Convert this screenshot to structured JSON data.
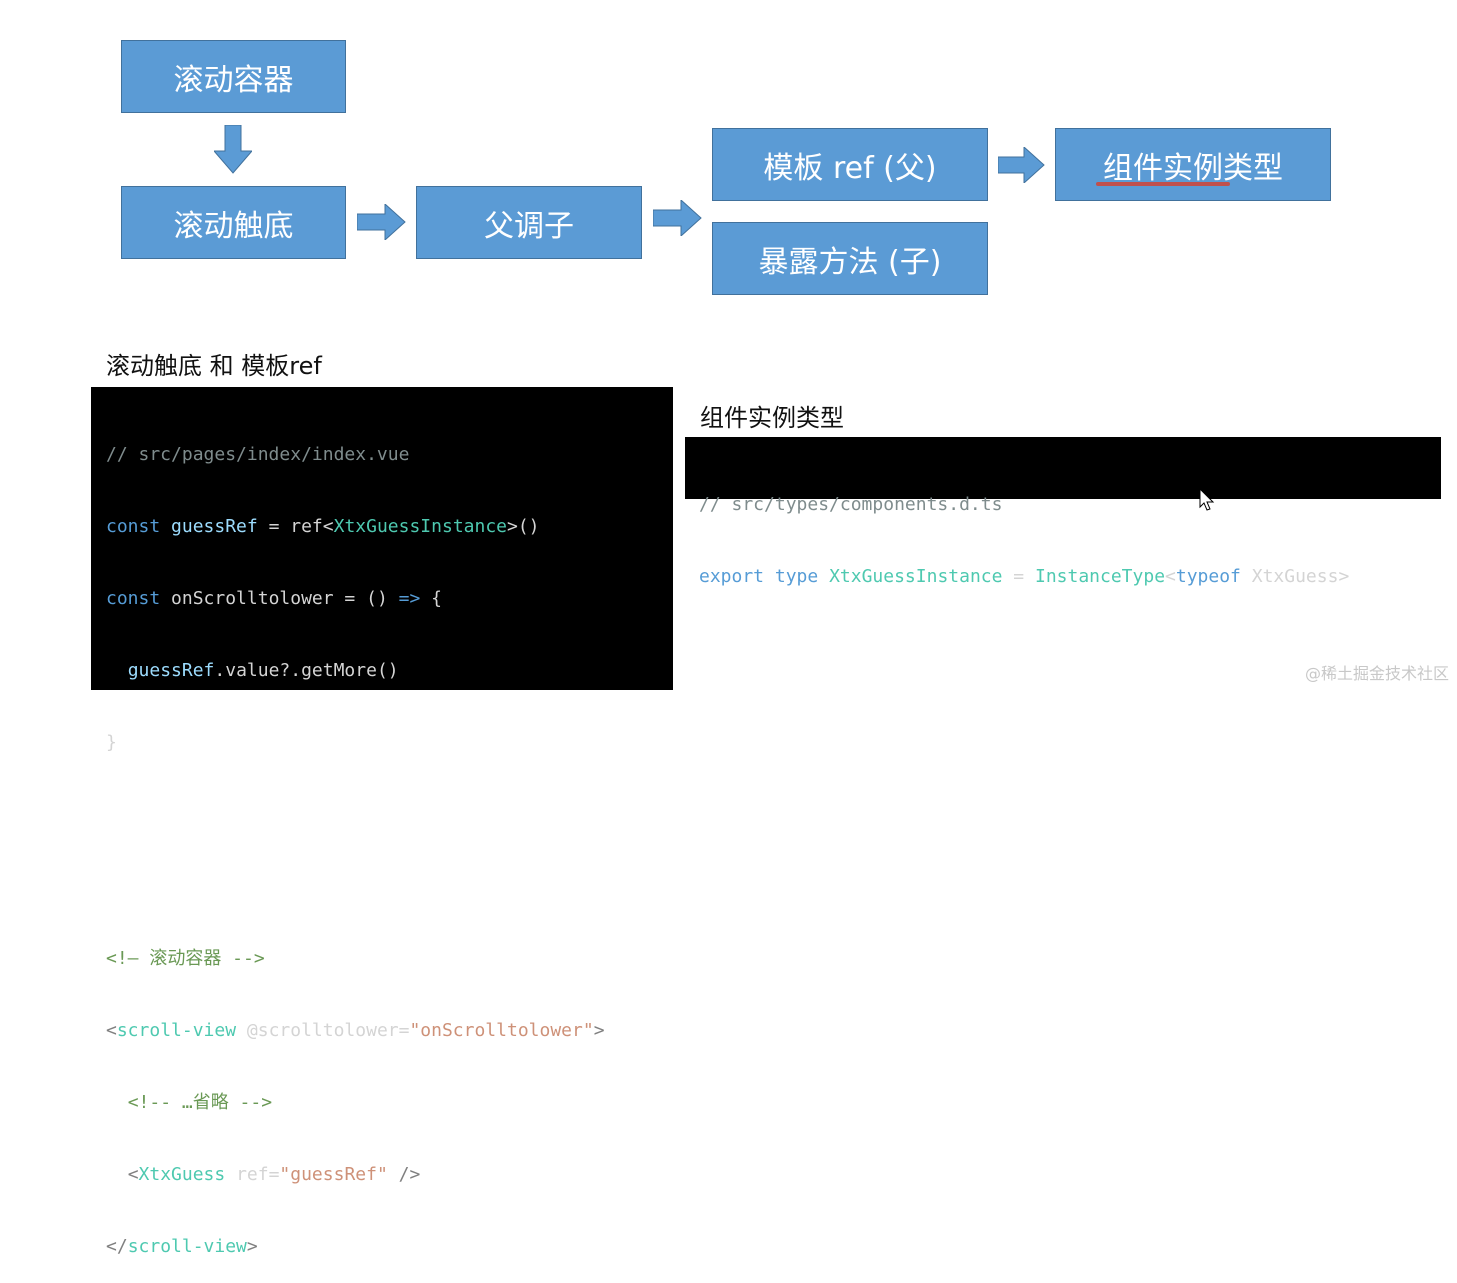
{
  "diagram": {
    "nodes": {
      "scroll_container": "滚动容器",
      "scroll_bottom": "滚动触底",
      "parent_call_child": "父调子",
      "template_ref": "模板 ref (父)",
      "expose_method": "暴露方法 (子)",
      "component_instance_type": "组件实例类型"
    },
    "colors": {
      "box_fill": "#5b9bd5",
      "box_border": "#41719c",
      "underline": "#c0504d"
    }
  },
  "left_section": {
    "heading": "滚动触底 和 模板ref",
    "code": {
      "l1": "// src/pages/index/index.vue",
      "l2": {
        "kw": "const",
        "var": "guessRef",
        "eq": " = ",
        "fn": "ref<",
        "type": "XtxGuessInstance",
        "end": ">()"
      },
      "l3": {
        "kw": "const",
        "var": "onScrolltolower",
        "rest": " = () ",
        "arrow": "=>",
        "brace": " {"
      },
      "l4": {
        "var": "guessRef",
        "rest": ".value?.getMore()"
      },
      "l5": "}",
      "l8": "<!– 滚动容器 -->",
      "l9": {
        "open": "<",
        "tag": "scroll-view",
        "attr": " @scrolltolower=",
        "str": "\"onScrolltolower\"",
        "close": ">"
      },
      "l10": "<!-- …省略 -->",
      "l11": {
        "open": "<",
        "tag": "XtxGuess",
        "attr": " ref=",
        "str": "\"guessRef\"",
        "close": " />"
      },
      "l12": {
        "open": "</",
        "tag": "scroll-view",
        "close": ">"
      }
    }
  },
  "right_section": {
    "heading": "组件实例类型",
    "code": {
      "l1": "// src/types/components.d.ts",
      "l2": {
        "kw1": "export",
        "kw2": "type",
        "name": "XtxGuessInstance",
        "eq": " = ",
        "type": "InstanceType",
        "lt": "<",
        "kw3": "typeof",
        "arg": " XtxGuess>"
      }
    }
  },
  "watermark": "@稀土掘金技术社区"
}
